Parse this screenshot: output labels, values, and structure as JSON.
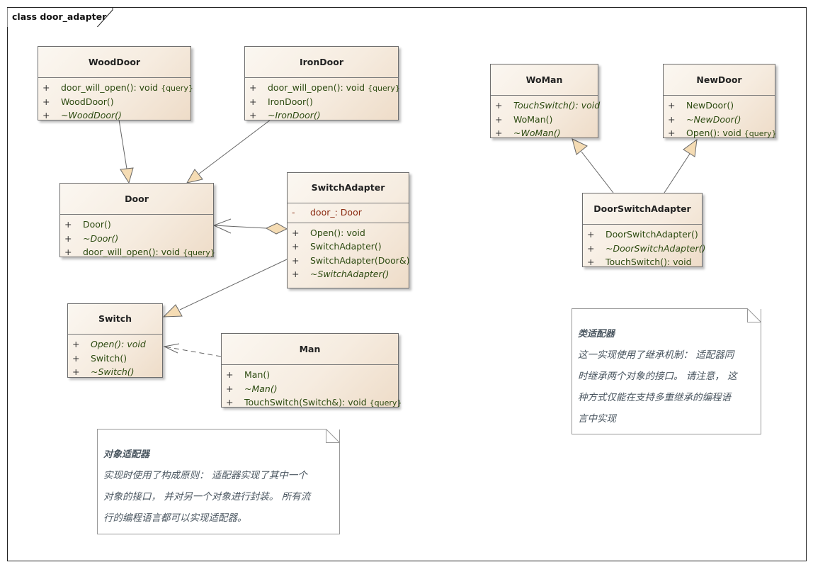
{
  "frame": {
    "label": "class door_adapter"
  },
  "classes": {
    "wooddoor": {
      "name": "WoodDoor",
      "ops": [
        {
          "vis": "+",
          "text": "door_will_open(): void ",
          "q": "{query}"
        },
        {
          "vis": "+",
          "text": "WoodDoor()"
        },
        {
          "vis": "+",
          "text": "~WoodDoor()"
        }
      ]
    },
    "irondoor": {
      "name": "IronDoor",
      "ops": [
        {
          "vis": "+",
          "text": "door_will_open(): void ",
          "q": "{query}"
        },
        {
          "vis": "+",
          "text": "IronDoor()"
        },
        {
          "vis": "+",
          "text": "~IronDoor()"
        }
      ]
    },
    "door": {
      "name": "Door",
      "ops": [
        {
          "vis": "+",
          "text": "Door()"
        },
        {
          "vis": "+",
          "text": "~Door()"
        },
        {
          "vis": "+",
          "text": "door_will_open(): void ",
          "q": "{query}"
        }
      ]
    },
    "switchadapter": {
      "name": "SwitchAdapter",
      "attrs": [
        {
          "vis": "-",
          "text": "door_: Door"
        }
      ],
      "ops": [
        {
          "vis": "+",
          "text": "Open(): void"
        },
        {
          "vis": "+",
          "text": "SwitchAdapter()"
        },
        {
          "vis": "+",
          "text": "SwitchAdapter(Door&)"
        },
        {
          "vis": "+",
          "text": "~SwitchAdapter()"
        }
      ]
    },
    "switch": {
      "name": "Switch",
      "ops": [
        {
          "vis": "+",
          "text": "Open(): void"
        },
        {
          "vis": "+",
          "text": "Switch()"
        },
        {
          "vis": "+",
          "text": "~Switch()"
        }
      ]
    },
    "man": {
      "name": "Man",
      "ops": [
        {
          "vis": "+",
          "text": "Man()"
        },
        {
          "vis": "+",
          "text": "~Man()"
        },
        {
          "vis": "+",
          "text": "TouchSwitch(Switch&): void ",
          "q": "{query}"
        }
      ]
    },
    "woman": {
      "name": "WoMan",
      "ops": [
        {
          "vis": "+",
          "text": "TouchSwitch(): void"
        },
        {
          "vis": "+",
          "text": "WoMan()"
        },
        {
          "vis": "+",
          "text": "~WoMan()"
        }
      ]
    },
    "newdoor": {
      "name": "NewDoor",
      "ops": [
        {
          "vis": "+",
          "text": "NewDoor()"
        },
        {
          "vis": "+",
          "text": "~NewDoor()"
        },
        {
          "vis": "+",
          "text": "Open(): void ",
          "q": "{query}"
        }
      ]
    },
    "doorswitchadapter": {
      "name": "DoorSwitchAdapter",
      "ops": [
        {
          "vis": "+",
          "text": "DoorSwitchAdapter()"
        },
        {
          "vis": "+",
          "text": "~DoorSwitchAdapter()"
        },
        {
          "vis": "+",
          "text": "TouchSwitch(): void"
        }
      ]
    }
  },
  "notes": {
    "object_adapter": {
      "title": "对象适配器",
      "lines": [
        "实现时使用了构成原则： 适配器实现了其中一个",
        "对象的接口， 并对另一个对象进行封装。 所有流",
        "行的编程语言都可以实现适配器。"
      ]
    },
    "class_adapter": {
      "title": "类适配器",
      "lines": [
        "这一实现使用了继承机制： 适配器同",
        "时继承两个对象的接口。 请注意， 这",
        "种方式仅能在支持多重继承的编程语",
        "言中实现"
      ]
    }
  },
  "colors": {
    "class_fill_light": "#fbf7f1",
    "class_fill_dark": "#eedcc8",
    "arrow_fill": "#f5dcb4",
    "operation_text": "#2c4a10",
    "attribute_text": "#8a2a10",
    "note_text": "#4a5660"
  }
}
